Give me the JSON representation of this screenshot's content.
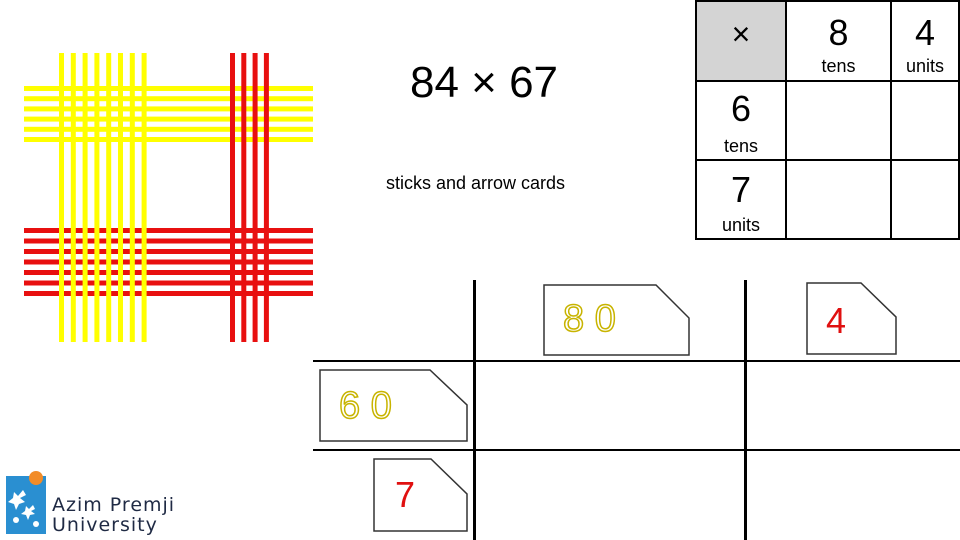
{
  "problem": "84 × 67",
  "caption": "sticks and arrow cards",
  "table": {
    "corner": "×",
    "col1_digit": "8",
    "col1_unit": "tens",
    "col2_digit": "4",
    "col2_unit": "units",
    "row1_digit": "6",
    "row1_unit": "tens",
    "row2_digit": "7",
    "row2_unit": "units"
  },
  "cards": {
    "top_tens": "8 0",
    "top_units": "4",
    "left_tens": "6 0",
    "left_units": "7"
  },
  "logo": {
    "line1": "Azim Premji",
    "line2": "University"
  },
  "colors": {
    "yellow_sticks": "#ffff00",
    "red_sticks": "#e81010",
    "tens_card_text": "#c8b400",
    "units_card_text": "#e01010",
    "logo_blue": "#2a8fd1"
  },
  "sticks": {
    "yellow_vertical_count": 8,
    "red_vertical_count": 4,
    "yellow_horizontal_count": 6,
    "red_horizontal_count": 7
  }
}
